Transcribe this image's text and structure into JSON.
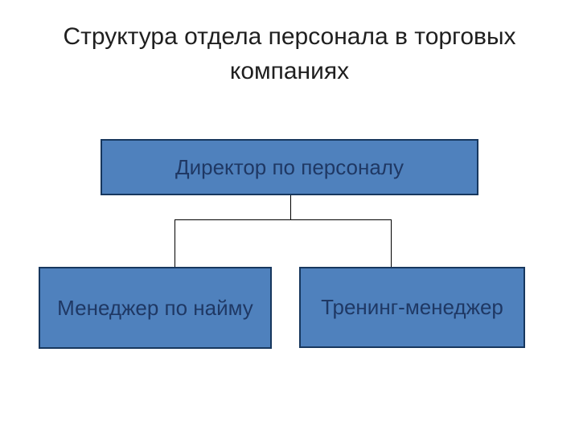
{
  "slide": {
    "title_line1": "Структура отдела персонала в торговых",
    "title_line2": "компаниях"
  },
  "org_chart": {
    "root": {
      "label": "Директор по персоналу"
    },
    "children": [
      {
        "label": "Менеджер по найму"
      },
      {
        "label": "Тренинг-менеджер"
      }
    ]
  },
  "colors": {
    "background": "#ffffff",
    "title_text": "#1f1f1f",
    "box_fill": "#4f81bd",
    "box_border": "#17375e",
    "box_text": "#1f3864",
    "connector": "#000000"
  }
}
